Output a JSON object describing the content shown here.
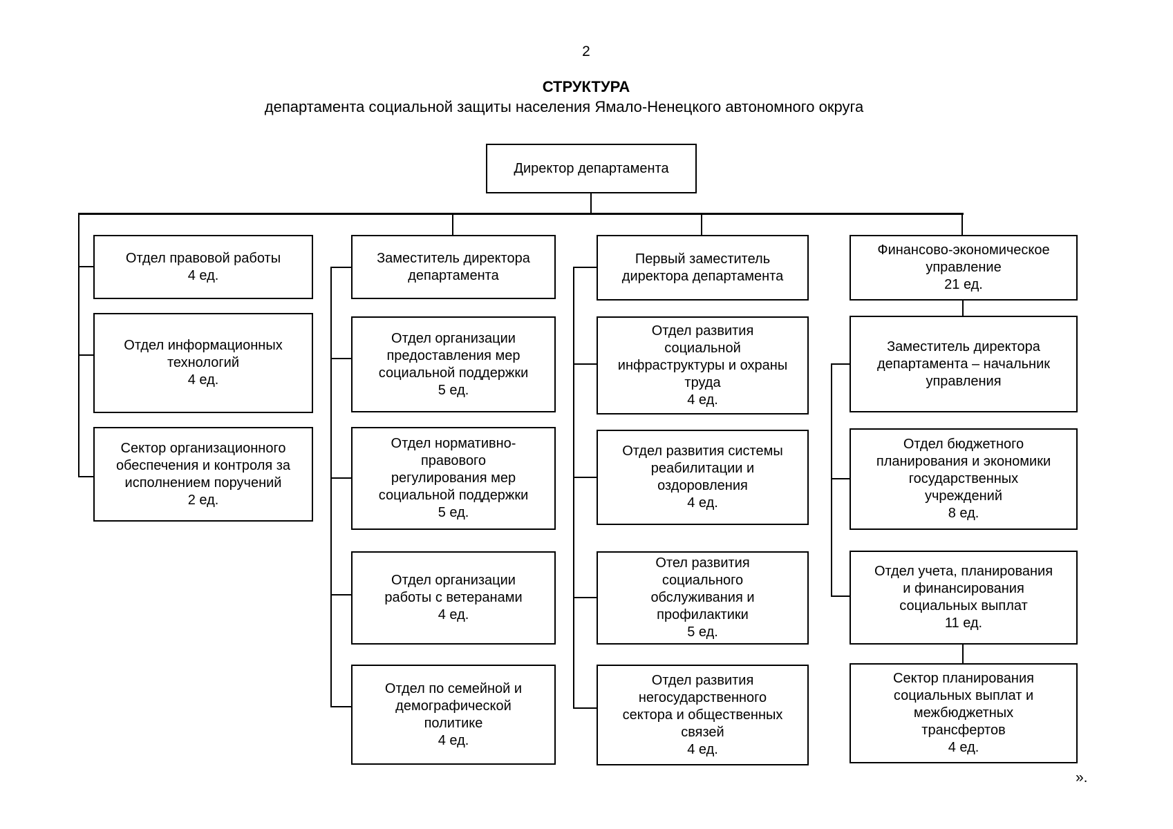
{
  "page": {
    "number": "2",
    "closing_mark": "»."
  },
  "header": {
    "title": "СТРУКТУРА",
    "subtitle": "департамента социальной защиты населения Ямало-Ненецкого автономного округа"
  },
  "org": {
    "director": {
      "name": "Директор департамента"
    },
    "columns": [
      {
        "boxes": [
          {
            "name": "Отдел правовой работы",
            "count": "4 ед."
          },
          {
            "name": "Отдел информационных\nтехнологий",
            "count": "4 ед."
          },
          {
            "name": "Сектор организационного\nобеспечения и контроля за\nисполнением поручений",
            "count": "2 ед."
          }
        ]
      },
      {
        "header": {
          "name": "Заместитель директора\nдепартамента"
        },
        "boxes": [
          {
            "name": "Отдел организации\nпредоставления мер\nсоциальной поддержки",
            "count": "5 ед."
          },
          {
            "name": "Отдел нормативно-\nправового\nрегулирования мер\nсоциальной поддержки",
            "count": "5 ед."
          },
          {
            "name": "Отдел организации\nработы с ветеранами",
            "count": "4 ед."
          },
          {
            "name": "Отдел по семейной и\nдемографической\nполитике",
            "count": "4 ед."
          }
        ]
      },
      {
        "header": {
          "name": "Первый заместитель\nдиректора департамента"
        },
        "boxes": [
          {
            "name": "Отдел развития\nсоциальной\nинфраструктуры и охраны\nтруда",
            "count": "4 ед."
          },
          {
            "name": "Отдел развития системы\nреабилитации  и\nоздоровления",
            "count": "4 ед."
          },
          {
            "name": "Отел развития\nсоциального\nобслуживания и\nпрофилактики",
            "count": "5 ед."
          },
          {
            "name": "Отдел развития\nнегосударственного\nсектора и общественных\nсвязей",
            "count": "4 ед."
          }
        ]
      },
      {
        "header": {
          "name": "Финансово-экономическое\nуправление",
          "count": "21 ед."
        },
        "boxes": [
          {
            "name": "Заместитель директора\nдепартамента – начальник\nуправления"
          },
          {
            "name": "Отдел бюджетного\nпланирования и экономики\nгосударственных\nучреждений",
            "count": "8 ед."
          },
          {
            "name": "Отдел учета, планирования\nи финансирования\nсоциальных выплат",
            "count": "11 ед."
          },
          {
            "name": "Сектор планирования\nсоциальных выплат и\nмежбюджетных\nтрансфертов",
            "count": "4 ед."
          }
        ]
      }
    ]
  }
}
